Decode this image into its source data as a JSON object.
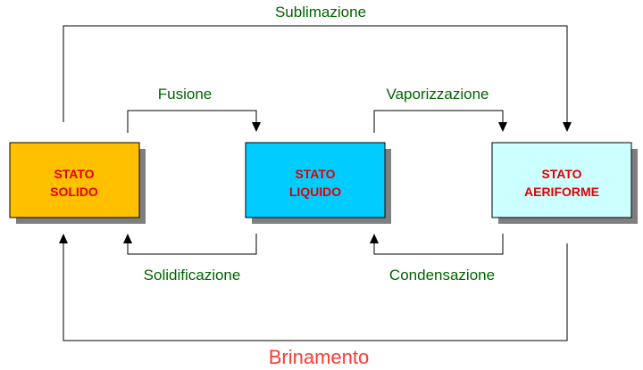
{
  "colors": {
    "process_label": "#006400",
    "brinamento_label": "#ff3b30",
    "state_text": "#e00000",
    "solid_fill": "#ffc000",
    "liquid_fill": "#00ccff",
    "gas_fill": "#ccffff"
  },
  "states": {
    "solid": {
      "line1": "STATO",
      "line2": "SOLIDO"
    },
    "liquid": {
      "line1": "STATO",
      "line2": "LIQUIDO"
    },
    "gas": {
      "line1": "STATO",
      "line2": "AERIFORME"
    }
  },
  "processes": {
    "sublimazione": "Sublimazione",
    "fusione": "Fusione",
    "vaporizzazione": "Vaporizzazione",
    "solidificazione": "Solidificazione",
    "condensazione": "Condensazione",
    "brinamento": "Brinamento"
  }
}
